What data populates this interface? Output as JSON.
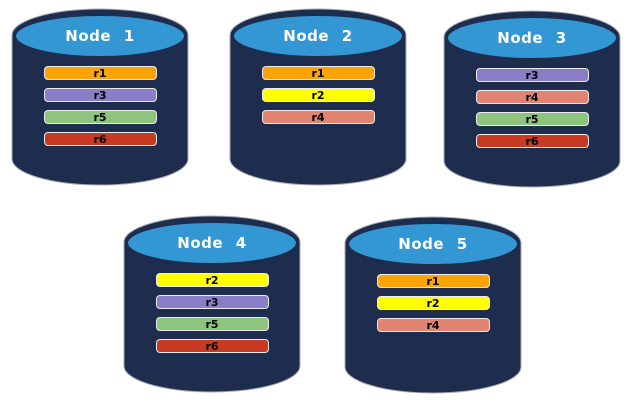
{
  "theme": {
    "canvas-bg": "#FFFFFF",
    "cyl-body": "#1E2C4E",
    "cyl-top": "#3397D3",
    "cyl-outline": "#A9ADB5",
    "bar-border": "#ECECEC",
    "bar-text": "#000000",
    "node-label": "#FFFFFF"
  },
  "nodes": [
    {
      "label": "Node 1",
      "bars": [
        {
          "label": "r1",
          "color": "#FDA403"
        },
        {
          "label": "r3",
          "color": "#8B7EC8"
        },
        {
          "label": "r5",
          "color": "#8DC57E"
        },
        {
          "label": "r6",
          "color": "#C93A22"
        }
      ]
    },
    {
      "label": "Node 2",
      "bars": [
        {
          "label": "r1",
          "color": "#FDA403"
        },
        {
          "label": "r2",
          "color": "#FFFF00"
        },
        {
          "label": "r4",
          "color": "#E08370"
        }
      ]
    },
    {
      "label": "Node 3",
      "bars": [
        {
          "label": "r3",
          "color": "#8B7EC8"
        },
        {
          "label": "r4",
          "color": "#E08370"
        },
        {
          "label": "r5",
          "color": "#8DC57E"
        },
        {
          "label": "r6",
          "color": "#C93A22"
        }
      ]
    },
    {
      "label": "Node 4",
      "bars": [
        {
          "label": "r2",
          "color": "#FFFF00"
        },
        {
          "label": "r3",
          "color": "#8B7EC8"
        },
        {
          "label": "r5",
          "color": "#8DC57E"
        },
        {
          "label": "r6",
          "color": "#C93A22"
        }
      ]
    },
    {
      "label": "Node 5",
      "bars": [
        {
          "label": "r1",
          "color": "#FDA403"
        },
        {
          "label": "r2",
          "color": "#FFFF00"
        },
        {
          "label": "r4",
          "color": "#E08370"
        }
      ]
    }
  ]
}
